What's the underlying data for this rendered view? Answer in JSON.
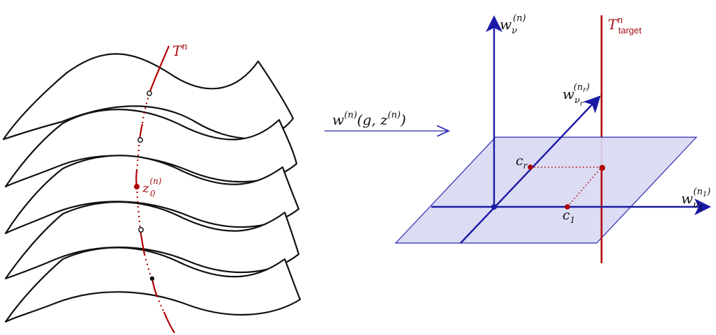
{
  "colors": {
    "curve": "#b00000",
    "axes": "#1a1aa6",
    "plane_fill": "#d9d9f3",
    "plane_edge": "#2a2ab0",
    "sheets": "#111111"
  },
  "left_panel": {
    "curve_label": "T",
    "curve_label_sup": "n",
    "point_label": "z",
    "point_label_sub": "0",
    "point_label_sup": "(n)"
  },
  "map": {
    "label_w": "w",
    "label_w_sup": "(n)",
    "label_args": "(g, z",
    "label_args_sup": "(n)",
    "label_close": ")"
  },
  "right_panel": {
    "axis_vertical": {
      "base": "w",
      "sub": "ν",
      "sup": "(n)"
    },
    "axis_diagonal": {
      "base": "w",
      "sub": "ν",
      "subsub": "r",
      "sup": "(n",
      "sup_sub": "r",
      "sup_close": ")"
    },
    "axis_horizontal": {
      "base": "w",
      "sub": "ν",
      "subsub": "1",
      "sup": "(n",
      "sup_sub": "1",
      "sup_close": ")"
    },
    "target": {
      "base": "T",
      "sup": "n",
      "sub": "target"
    },
    "point_cr": {
      "base": "c",
      "sub": "r"
    },
    "point_c1": {
      "base": "c",
      "sub": "1"
    }
  }
}
